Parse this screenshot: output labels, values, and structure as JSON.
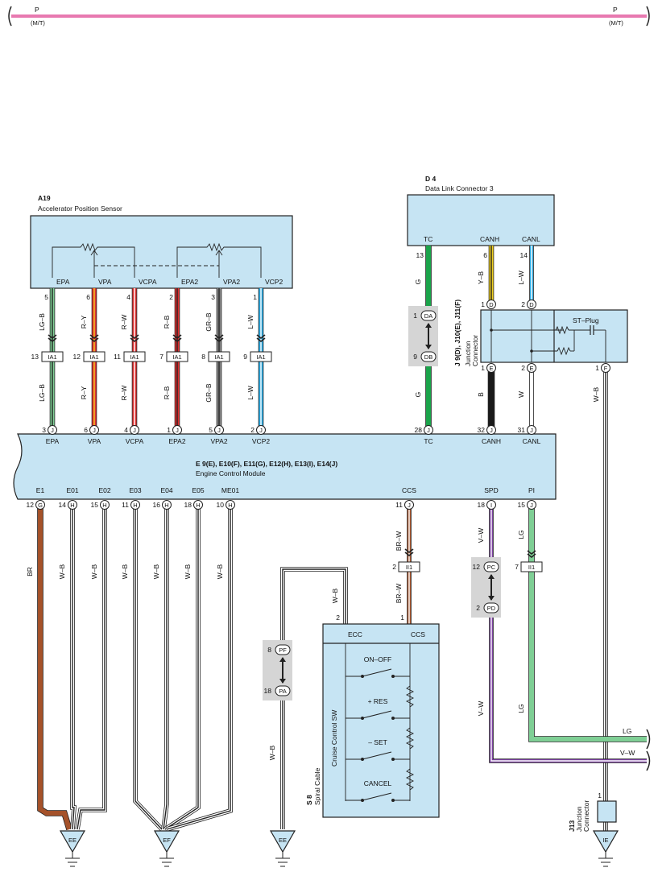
{
  "top_wire": {
    "color": "P",
    "note": "(M/T)"
  },
  "components": {
    "a19": {
      "code": "A19",
      "name": "Accelerator Position Sensor",
      "pins": [
        "EPA",
        "VPA",
        "VCPA",
        "EPA2",
        "VPA2",
        "VCP2"
      ]
    },
    "d4": {
      "code": "D 4",
      "name": "Data Link Connector 3",
      "pins": [
        "TC",
        "CANH",
        "CANL"
      ]
    },
    "j9": {
      "code": "J 9(D), J10(E), J11(F)",
      "name_1": "Junction",
      "name_2": "Connector",
      "st_plug": "ST–Plug"
    },
    "ecm": {
      "code": "E 9(E), E10(F), E11(G), E12(H), E13(I), E14(J)",
      "name": "Engine Control Module",
      "top_pins": [
        "EPA",
        "VPA",
        "VCPA",
        "EPA2",
        "VPA2",
        "VCP2",
        "TC",
        "CANH",
        "CANL"
      ],
      "bottom_pins": [
        "E1",
        "E01",
        "E02",
        "E03",
        "E04",
        "E05",
        "ME01",
        "CCS",
        "SPD",
        "PI"
      ]
    },
    "s8": {
      "code": "S 8",
      "name": "Spiral Cable",
      "switch_name": "Cruise Control SW",
      "pins": [
        "ECC",
        "CCS"
      ],
      "switches": [
        "ON–OFF",
        "+ RES",
        "– SET",
        "CANCEL"
      ]
    },
    "j13": {
      "code": "J13",
      "name_1": "Junction",
      "name_2": "Connector"
    }
  },
  "wires": {
    "sensor": [
      {
        "sensor_pin": "5",
        "inline_pin": "13",
        "inline": "IA1",
        "ecm_pin": "3",
        "ecm_conn": "J",
        "color": "LG–B"
      },
      {
        "sensor_pin": "6",
        "inline_pin": "12",
        "inline": "IA1",
        "ecm_pin": "6",
        "ecm_conn": "J",
        "color": "R–Y"
      },
      {
        "sensor_pin": "4",
        "inline_pin": "11",
        "inline": "IA1",
        "ecm_pin": "4",
        "ecm_conn": "J",
        "color": "R–W"
      },
      {
        "sensor_pin": "2",
        "inline_pin": "7",
        "inline": "IA1",
        "ecm_pin": "1",
        "ecm_conn": "J",
        "color": "R–B"
      },
      {
        "sensor_pin": "3",
        "inline_pin": "8",
        "inline": "IA1",
        "ecm_pin": "5",
        "ecm_conn": "J",
        "color": "GR–B"
      },
      {
        "sensor_pin": "1",
        "inline_pin": "9",
        "inline": "IA1",
        "ecm_pin": "2",
        "ecm_conn": "J",
        "color": "L–W"
      }
    ],
    "tc": {
      "dlc_pin": "13",
      "upper_color": "G",
      "joint_pins": [
        "1",
        "9"
      ],
      "joint_names": [
        "DA",
        "DB"
      ],
      "lower_color": "G",
      "ecm_pin": "28",
      "ecm_conn": "J"
    },
    "canh": {
      "dlc_pin": "6",
      "upper_color": "Y–B",
      "jc_top_pin": "1",
      "jc_top_conn": "D",
      "jc_bot_pin": "1",
      "jc_bot_conn": "E",
      "lower_color": "B",
      "ecm_pin": "32",
      "ecm_conn": "J"
    },
    "canl": {
      "dlc_pin": "14",
      "upper_color": "L–W",
      "jc_top_pin": "2",
      "jc_top_conn": "D",
      "jc_bot_pin": "2",
      "jc_bot_conn": "E",
      "lower_color": "W",
      "ecm_pin": "31",
      "ecm_conn": "J"
    },
    "ie": {
      "jc_pin": "1",
      "jc_conn": "F",
      "color": "W–B",
      "j13_pin": "1"
    },
    "grounds_ecm": [
      {
        "pin": "12",
        "conn": "G",
        "color": "BR"
      },
      {
        "pin": "14",
        "conn": "H",
        "color": "W–B"
      },
      {
        "pin": "15",
        "conn": "H",
        "color": "W–B"
      },
      {
        "pin": "11",
        "conn": "H",
        "color": "W–B"
      },
      {
        "pin": "16",
        "conn": "H",
        "color": "W–B"
      },
      {
        "pin": "18",
        "conn": "H",
        "color": "W–B"
      },
      {
        "pin": "10",
        "conn": "H",
        "color": "W–B"
      }
    ],
    "ccs": {
      "ecm_pin": "11",
      "ecm_conn": "J",
      "upper_color": "BR–W",
      "inline_pin": "2",
      "inline": "II1",
      "lower_color": "BR–W",
      "sw_pin": "1"
    },
    "spd": {
      "ecm_pin": "18",
      "ecm_conn": "I",
      "joint_pins": [
        "12",
        "2"
      ],
      "joint_names": [
        "PC",
        "PD"
      ],
      "color": "V–W",
      "right_label": "V–W"
    },
    "pi": {
      "ecm_pin": "15",
      "ecm_conn": "J",
      "upper_color": "LG",
      "inline_pin": "7",
      "inline": "II1",
      "lower_color": "LG",
      "right_label": "LG"
    },
    "ecc": {
      "sw_pin": "2",
      "color": "W–B",
      "joint_pins": [
        "8",
        "18"
      ],
      "joint_names": [
        "PF",
        "PA"
      ],
      "lower_color": "W–B"
    }
  },
  "grounds": [
    "EE",
    "EF",
    "EE",
    "IE"
  ]
}
